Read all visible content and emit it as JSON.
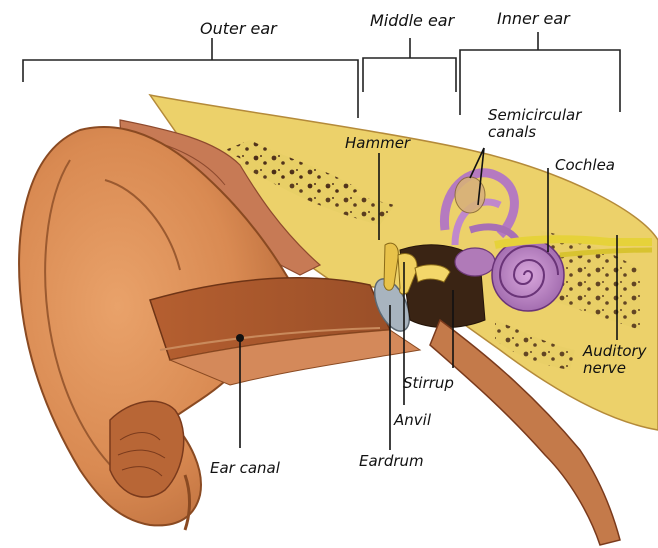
{
  "diagram": {
    "sections": {
      "outer_ear": "Outer ear",
      "middle_ear": "Middle ear",
      "inner_ear": "Inner ear"
    },
    "parts": {
      "hammer": "Hammer",
      "semicircular_canals": "Semicircular\ncanals",
      "cochlea": "Cochlea",
      "auditory_nerve": "Auditory\nnerve",
      "stirrup": "Stirrup",
      "anvil": "Anvil",
      "eardrum": "Eardrum",
      "ear_canal": "Ear canal"
    }
  }
}
